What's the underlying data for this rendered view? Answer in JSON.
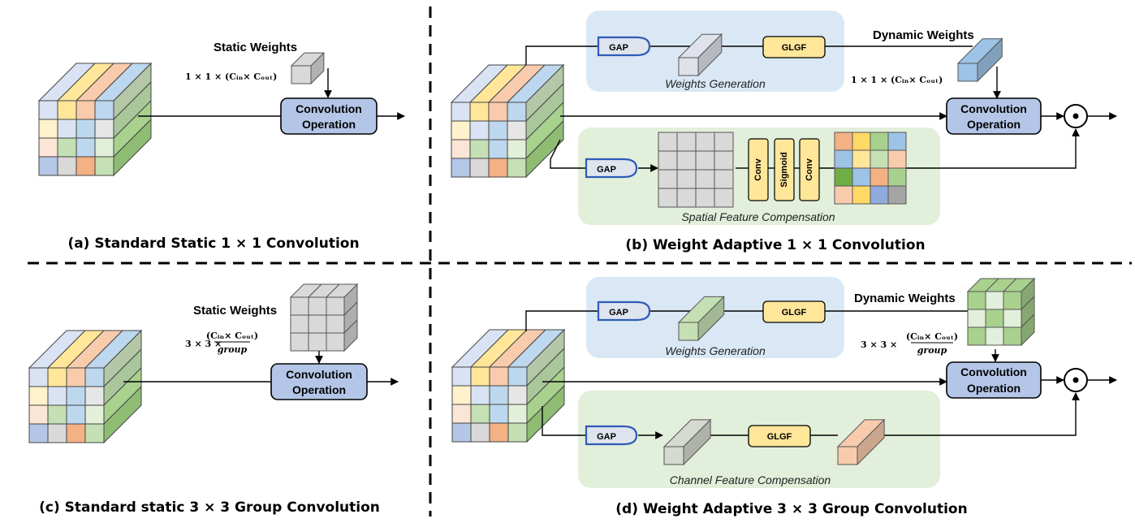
{
  "panels": {
    "a": {
      "title": "(a) Standard  Static 1 × 1 Convolution",
      "weights_label": "Static Weights",
      "weights_dim": "1 × 1 × (Cᵢₙ× Cₒᵤₜ)",
      "op_line1": "Convolution",
      "op_line2": "Operation"
    },
    "b": {
      "title": "(b) Weight Adaptive 1 × 1 Convolution",
      "weights_label": "Dynamic Weights",
      "weights_dim": "1 × 1 × (Cᵢₙ× Cₒᵤₜ)",
      "op_line1": "Convolution",
      "op_line2": "Operation",
      "gap_top": "GAP",
      "glgf": "GLGF",
      "gen_label": "Weights Generation",
      "gap_bottom": "GAP",
      "conv1": "Conv",
      "sigmoid": "Sigmoid",
      "conv2": "Conv",
      "comp_label": "Spatial Feature Compensation",
      "mult": "⊙"
    },
    "c": {
      "title": "(c) Standard static 3 × 3 Group Convolution",
      "weights_label": "Static Weights",
      "weights_dim_pre": "3 × 3 ×",
      "weights_dim_num": "(Cᵢₙ× Cₒᵤₜ)",
      "weights_dim_den": "group",
      "op_line1": "Convolution",
      "op_line2": "Operation"
    },
    "d": {
      "title": "(d) Weight Adaptive 3 × 3 Group Convolution",
      "weights_label": "Dynamic Weights",
      "weights_dim_pre": "3 × 3 ×",
      "weights_dim_num": "(Cᵢₙ× Cₒᵤₜ)",
      "weights_dim_den": "group",
      "op_line1": "Convolution",
      "op_line2": "Operation",
      "gap_top": "GAP",
      "glgf_top": "GLGF",
      "gen_label": "Weights Generation",
      "gap_bottom": "GAP",
      "glgf_bottom": "GLGF",
      "comp_label": "Channel Feature Compensation",
      "mult": "⊙"
    }
  },
  "colors": {
    "conv_box": "#b4c6e7",
    "glgf_box": "#ffe699",
    "gen_region": "#dae8f5",
    "comp_region": "#e2efda",
    "static_weight": "#d9d9d9",
    "dyn_weight_b": "#9dc3e6",
    "dyn_weight_d": "#a9d18e",
    "comp_out_d": "#f8cbad"
  }
}
